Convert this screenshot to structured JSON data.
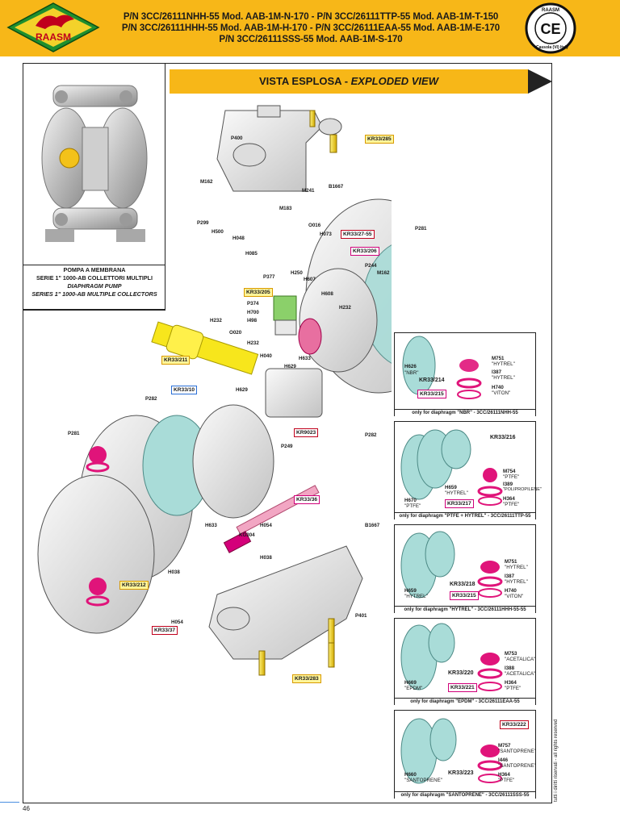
{
  "header": {
    "title_lines": [
      "P/N 3CC/26111NHH-55 Mod. AAB-1M-N-170 - P/N 3CC/26111TTP-55 Mod. AAB-1M-T-150",
      "P/N 3CC/26111HHH-55 Mod. AAB-1M-H-170 - P/N 3CC/26111EAA-55 Mod. AAB-1M-E-170",
      "P/N 3CC/26111SSS-55 Mod. AAB-1M-S-170"
    ],
    "brand": "RAASM",
    "ce_text": "CE",
    "ce_ring": "RAASM",
    "ce_sub": "Cassola (VI) Italy"
  },
  "left_panel": {
    "caption_it_1": "POMPA A MEMBRANA",
    "caption_it_2": "SERIE 1\" 1000-AB COLLETTORI MULTIPLI",
    "caption_en_1": "DIAPHRAGM PUMP",
    "caption_en_2": "SERIES 1\" 1000-AB MULTIPLE COLLECTORS"
  },
  "title_bar": {
    "it": "VISTA ESPLOSA",
    "sep": " - ",
    "en": "EXPLODED VIEW"
  },
  "labels": {
    "p400": "P400",
    "kr33_285_top": "KR33/285",
    "b1667_top": "B1667",
    "m162_l": "M162",
    "m241": "M241",
    "m183": "M183",
    "o016": "O016",
    "h073": "H073",
    "kr33_27_55": "KR33/27-55",
    "p299": "P299",
    "h500": "H500",
    "h048": "H048",
    "h085": "H085",
    "kr33_206": "KR33/206",
    "p244": "P244",
    "m162_r": "M162",
    "p281_top": "P281",
    "h250": "H250",
    "h607": "H607",
    "h608": "H608",
    "p377": "P377",
    "kr33_205": "KR33/205",
    "p374": "P374",
    "h700": "H700",
    "i498": "I498",
    "h232_a": "H232",
    "h232_b": "H232",
    "h232_c": "H232",
    "o020": "O020",
    "kr33_211": "KR33/211",
    "h040": "H040",
    "h633_a": "H633",
    "h629_a": "H629",
    "kr33_10": "KR33/10",
    "p282_l": "P282",
    "h629_b": "H629",
    "p282_r": "P282",
    "kr9023": "KR9023",
    "p249": "P249",
    "p281_l": "P281",
    "kr33_36": "KR33/36",
    "h633_b": "H633",
    "kg304": "KG304",
    "h054_a": "H054",
    "h038_a": "H038",
    "b1667_b": "B1667",
    "h038_b": "H038",
    "kr33_212": "KR33/212",
    "h054_b": "H054",
    "kr33_37": "KR33/37",
    "p401": "P401",
    "kr33_283": "KR33/283"
  },
  "kits": [
    {
      "diaphragm_code": "H626",
      "diaphragm_mat": "\"NBR\"",
      "kit": "KR33/214",
      "kit2": "KR33/215",
      "parts": [
        {
          "code": "M751",
          "mat": "\"HYTREL\""
        },
        {
          "code": "I387",
          "mat": "\"HYTREL\""
        },
        {
          "code": "H740",
          "mat": "\"VITON\""
        }
      ],
      "footer": "only for diaphragm \"NBR\" - 3CC/26111NHH-55"
    },
    {
      "diaphragm_code": "H670",
      "diaphragm_mat": "\"PTFE\"",
      "kit": "KR33/216",
      "kit2": "KR33/217",
      "extra_code": "H659",
      "extra_mat": "\"HYTREL\"",
      "parts": [
        {
          "code": "M754",
          "mat": "\"PTFE\""
        },
        {
          "code": "I389",
          "mat": "\"POLIPROPILENE\""
        },
        {
          "code": "H364",
          "mat": "\"PTFE\""
        }
      ],
      "footer": "only for diaphragm \"PTFE + HYTREL\" - 3CC/26111TTP-55"
    },
    {
      "diaphragm_code": "H659",
      "diaphragm_mat": "\"HYTREL\"",
      "kit": "KR33/218",
      "kit2": "KR33/215",
      "parts": [
        {
          "code": "M751",
          "mat": "\"HYTREL\""
        },
        {
          "code": "I387",
          "mat": "\"HYTREL\""
        },
        {
          "code": "H740",
          "mat": "\"VITON\""
        }
      ],
      "footer": "only for diaphragm \"HYTREL\" - 3CC/26111HHH-55-55"
    },
    {
      "diaphragm_code": "H669",
      "diaphragm_mat": "\"EPDM\"",
      "kit": "KR33/220",
      "kit2": "KR33/221",
      "parts": [
        {
          "code": "M753",
          "mat": "\"ACETALICA\""
        },
        {
          "code": "I388",
          "mat": "\"ACETALICA\""
        },
        {
          "code": "H364",
          "mat": "\"PTFE\""
        }
      ],
      "footer": "only for diaphragm \"EPDM\" - 3CC/26111EAA-55"
    },
    {
      "diaphragm_code": "H660",
      "diaphragm_mat": "\"SANTOPRENE\"",
      "kit": "KR33/223",
      "kit2": "KR33/222",
      "parts": [
        {
          "code": "M757",
          "mat": "\"SANTOPRENE\""
        },
        {
          "code": "I446",
          "mat": "\"SANTOPRENE\""
        },
        {
          "code": "H364",
          "mat": "\"PTFE\""
        }
      ],
      "footer": "only for diaphragm \"SANTOPRENE\" - 3CC/26111SSS-55"
    }
  ],
  "side_note": "tutti i diritti riservati - all rights reserved",
  "page_number": "46",
  "colors": {
    "accent": "#f7b718",
    "kit_yellow": "#fff59a",
    "kit_red": "#c0001c",
    "kit_blue": "#2a6fd6",
    "seat_pink": "#e0147a",
    "diaphragm": "#a9dcd8"
  }
}
